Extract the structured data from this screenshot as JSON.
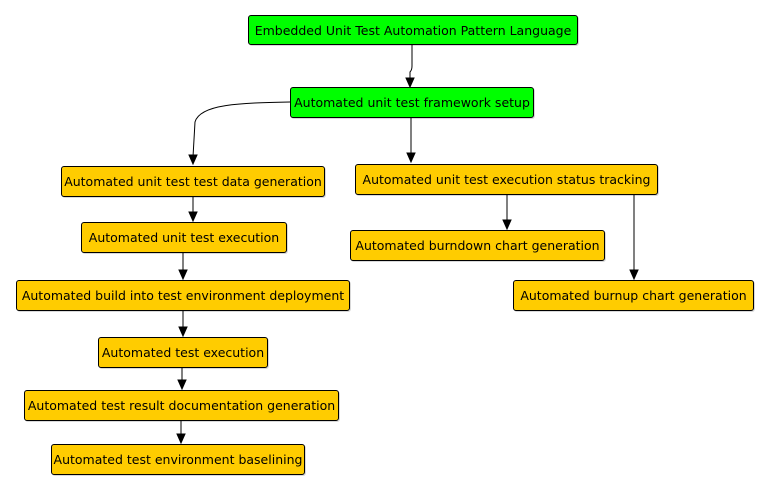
{
  "colors": {
    "root": "#00ff00",
    "node": "#ffcc00",
    "border": "#000000",
    "edge": "#000000"
  },
  "nodes": {
    "root": "Embedded Unit Test Automation Pattern Language",
    "framework_setup": "Automated unit test framework setup",
    "data_generation": "Automated unit test test data generation",
    "unit_test_execution": "Automated unit test execution",
    "build_deployment": "Automated build into test environment deployment",
    "test_execution": "Automated test execution",
    "result_documentation": "Automated test result documentation generation",
    "environment_baselining": "Automated test environment baselining",
    "status_tracking": "Automated unit test execution status tracking",
    "burndown_chart": "Automated burndown chart generation",
    "burnup_chart": "Automated burnup chart generation"
  },
  "edges": [
    {
      "from": "root",
      "to": "framework_setup"
    },
    {
      "from": "framework_setup",
      "to": "data_generation"
    },
    {
      "from": "framework_setup",
      "to": "status_tracking"
    },
    {
      "from": "data_generation",
      "to": "unit_test_execution"
    },
    {
      "from": "unit_test_execution",
      "to": "build_deployment"
    },
    {
      "from": "build_deployment",
      "to": "test_execution"
    },
    {
      "from": "test_execution",
      "to": "result_documentation"
    },
    {
      "from": "result_documentation",
      "to": "environment_baselining"
    },
    {
      "from": "status_tracking",
      "to": "burndown_chart"
    },
    {
      "from": "status_tracking",
      "to": "burnup_chart"
    }
  ]
}
